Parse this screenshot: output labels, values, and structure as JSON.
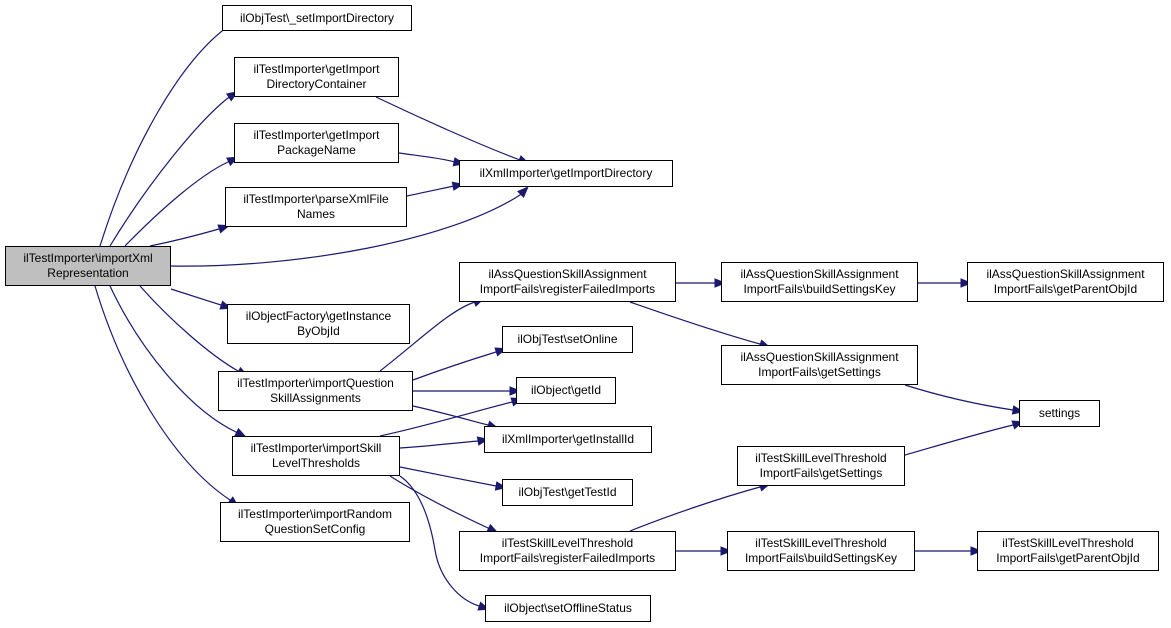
{
  "nodes": {
    "root": [
      "ilTestImporter\\importXml",
      "Representation"
    ],
    "setImportDirectory": [
      "ilObjTest\\_setImportDirectory"
    ],
    "getImportDirectoryContainer": [
      "ilTestImporter\\getImport",
      "DirectoryContainer"
    ],
    "getImportPackageName": [
      "ilTestImporter\\getImport",
      "PackageName"
    ],
    "parseXmlFileNames": [
      "ilTestImporter\\parseXmlFile",
      "Names"
    ],
    "getInstanceByObjId": [
      "ilObjectFactory\\getInstance",
      "ByObjId"
    ],
    "importQuestionSkillAssignments": [
      "ilTestImporter\\importQuestion",
      "SkillAssignments"
    ],
    "importSkillLevelThresholds": [
      "ilTestImporter\\importSkill",
      "LevelThresholds"
    ],
    "importRandomQuestionSetConfig": [
      "ilTestImporter\\importRandom",
      "QuestionSetConfig"
    ],
    "getImportDirectory": [
      "ilXmlImporter\\getImportDirectory"
    ],
    "aqsaRegisterFailedImports": [
      "ilAssQuestionSkillAssignment",
      "ImportFails\\registerFailedImports"
    ],
    "setOnline": [
      "ilObjTest\\setOnline"
    ],
    "getId": [
      "ilObject\\getId"
    ],
    "getInstallId": [
      "ilXmlImporter\\getInstallId"
    ],
    "getTestId": [
      "ilObjTest\\getTestId"
    ],
    "tsltRegisterFailedImports": [
      "ilTestSkillLevelThreshold",
      "ImportFails\\registerFailedImports"
    ],
    "setOfflineStatus": [
      "ilObject\\setOfflineStatus"
    ],
    "aqsaBuildSettingsKey": [
      "ilAssQuestionSkillAssignment",
      "ImportFails\\buildSettingsKey"
    ],
    "aqsaGetSettings": [
      "ilAssQuestionSkillAssignment",
      "ImportFails\\getSettings"
    ],
    "tsltGetSettings": [
      "ilTestSkillLevelThreshold",
      "ImportFails\\getSettings"
    ],
    "tsltBuildSettingsKey": [
      "ilTestSkillLevelThreshold",
      "ImportFails\\buildSettingsKey"
    ],
    "aqsaGetParentObjId": [
      "ilAssQuestionSkillAssignment",
      "ImportFails\\getParentObjId"
    ],
    "tsltGetParentObjId": [
      "ilTestSkillLevelThreshold",
      "ImportFails\\getParentObjId"
    ],
    "settings": [
      "settings"
    ]
  },
  "colors": {
    "edge": "#191970",
    "node_border": "#000000",
    "root_fill": "#bfbfbf"
  }
}
